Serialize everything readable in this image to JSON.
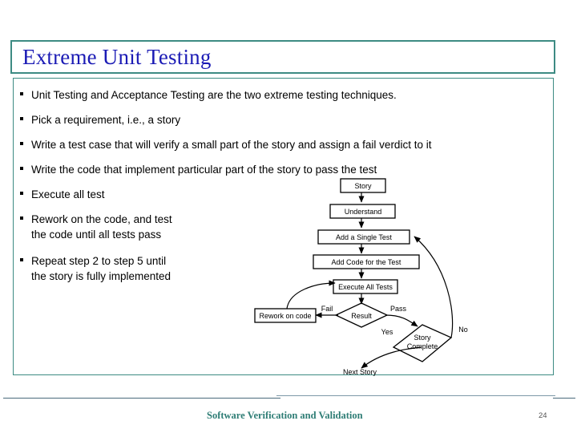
{
  "slide": {
    "title": "Extreme Unit Testing",
    "title_color": "#1b1bb5",
    "border_color": "#3d8b83"
  },
  "bullets": [
    {
      "text": "Unit Testing and Acceptance Testing are the two extreme testing techniques."
    },
    {
      "text": "Pick a requirement, i.e., a story"
    },
    {
      "text": "Write a test case that will verify a small part of the story and assign a fail verdict to it"
    },
    {
      "text": "Write the code that implement particular part of the story to pass the test"
    },
    {
      "text": "Execute all test"
    },
    {
      "text": "Rework on the code, and test\n the code until all tests pass"
    },
    {
      "text": "Repeat step 2 to step 5 until\nthe story is fully implemented"
    }
  ],
  "flowchart": {
    "type": "flowchart",
    "nodes": [
      {
        "id": "story",
        "shape": "box",
        "label": "Story"
      },
      {
        "id": "understand",
        "shape": "box",
        "label": "Understand"
      },
      {
        "id": "add_test",
        "shape": "box",
        "label": "Add a Single Test"
      },
      {
        "id": "add_code",
        "shape": "box",
        "label": "Add Code for the Test"
      },
      {
        "id": "execute",
        "shape": "box",
        "label": "Execute All Tests"
      },
      {
        "id": "rework",
        "shape": "box",
        "label": "Rework on code"
      },
      {
        "id": "result",
        "shape": "diamond",
        "label": "Result"
      },
      {
        "id": "complete",
        "shape": "diamond",
        "label_line1": "Story",
        "label_line2": "Complete"
      },
      {
        "id": "next_story",
        "shape": "text",
        "label": "Next Story"
      }
    ],
    "edge_labels": {
      "fail": "Fail",
      "pass": "Pass",
      "yes": "Yes",
      "no": "No"
    }
  },
  "footer": {
    "title": "Software Verification and Validation",
    "page_number": "24",
    "title_color": "#2e7d75"
  }
}
